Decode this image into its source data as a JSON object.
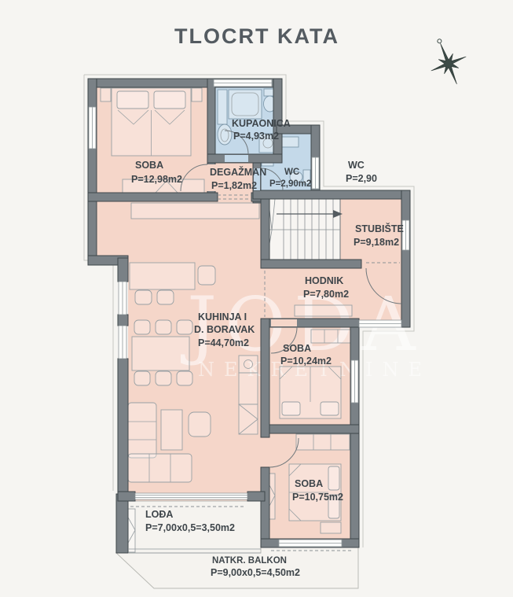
{
  "title": "TLOCRT KATA",
  "watermark": {
    "line1": "JODA",
    "line2": "NEKRETNINE"
  },
  "rooms": {
    "soba1": {
      "name": "SOBA",
      "area": "P=12,98m2"
    },
    "kupaonica": {
      "name": "KUPAONICA",
      "area": "P=4,93m2"
    },
    "degazman": {
      "name": "DEGAŽMAN",
      "area": "P=1,82m2"
    },
    "wc": {
      "name": "WC",
      "area": "P=2,90m2"
    },
    "wc_callout": {
      "name": "WC",
      "area": "P=2,90"
    },
    "stubiste": {
      "name": "STUBIŠTE",
      "area": "P=9,18m2"
    },
    "hodnik": {
      "name": "HODNIK",
      "area": "P=7,80m2"
    },
    "kuhinja_boravak": {
      "name_line1": "KUHINJA I",
      "name_line2": "D. BORAVAK",
      "area": "P=44,70m2"
    },
    "soba2": {
      "name": "SOBA",
      "area": "P=10,24m2"
    },
    "soba3": {
      "name": "SOBA",
      "area": "P=10,75m2"
    },
    "lodja": {
      "name": "LOĐA",
      "area": "P=7,00x0,5=3,50m2"
    },
    "balkon": {
      "name": "NATKR. BALKON",
      "area": "P=9,00x0,5=4,50m2"
    }
  },
  "colors": {
    "room_fill": "#f5d6c9",
    "wet_room_fill": "#c4d9e9",
    "wall": "#7a8186",
    "paper": "#f6f5f2",
    "label_text": "#3e454a"
  }
}
